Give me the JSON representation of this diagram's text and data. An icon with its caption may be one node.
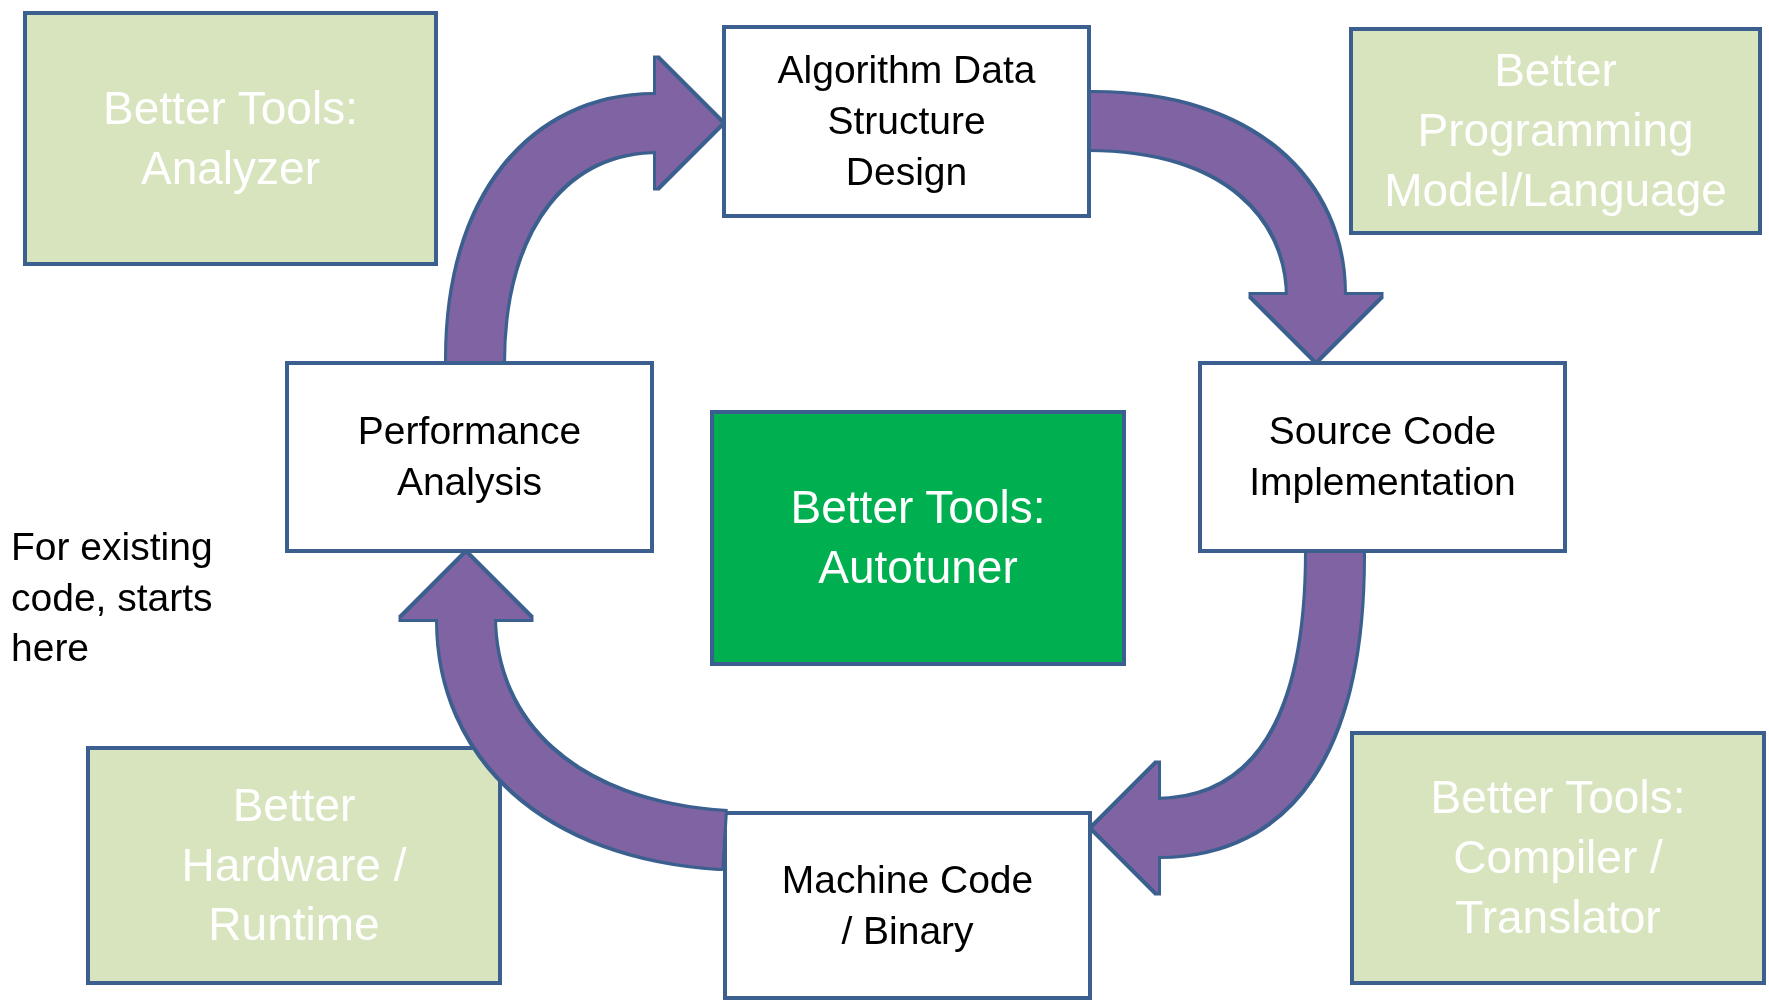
{
  "diagram": {
    "nodes": [
      {
        "text": [
          "Better Tools: Analyzer"
        ]
      },
      {
        "text": [
          "Algorithm Data Structure Design"
        ]
      },
      {
        "text": [
          "Better Programming Model/Language"
        ]
      },
      {
        "text": [
          "Performance Analysis"
        ]
      },
      {
        "text": [
          "Better Tools: Autotuner"
        ]
      },
      {
        "text": [
          "Source Code Implementation"
        ]
      },
      {
        "text": [
          "Better Hardware / Runtime"
        ]
      },
      {
        "text": [
          "Machine Code / Binary"
        ]
      },
      {
        "text": [
          "Better Tools: Compiler / Translator"
        ]
      }
    ],
    "edges": [
      {
        "from": 3,
        "to": 1,
        "arrow": "to"
      },
      {
        "from": 1,
        "to": 5,
        "arrow": "to"
      },
      {
        "from": 5,
        "to": 7,
        "arrow": "to"
      },
      {
        "from": 7,
        "to": 3,
        "arrow": "to"
      }
    ],
    "labels": [
      "For existing code, starts here"
    ]
  }
}
